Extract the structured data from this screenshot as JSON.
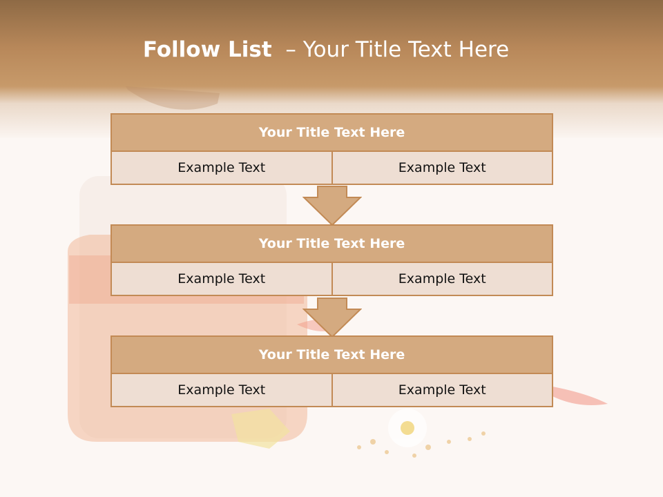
{
  "slide": {
    "title_bold": "Follow List",
    "title_rest": "– Your Title Text Here"
  },
  "blocks": [
    {
      "title": "Your Title Text Here",
      "cells": [
        "Example Text",
        "Example Text"
      ]
    },
    {
      "title": "Your Title Text Here",
      "cells": [
        "Example Text",
        "Example Text"
      ]
    },
    {
      "title": "Your Title Text Here",
      "cells": [
        "Example Text",
        "Example Text"
      ]
    }
  ],
  "colors": {
    "header": "#b8885a",
    "block_title_fill": "#d4aa80",
    "cell_fill": "#eeded3",
    "border": "#c28a55",
    "arrow_fill": "#d4aa80"
  },
  "icons": [
    "down-arrow-icon"
  ]
}
